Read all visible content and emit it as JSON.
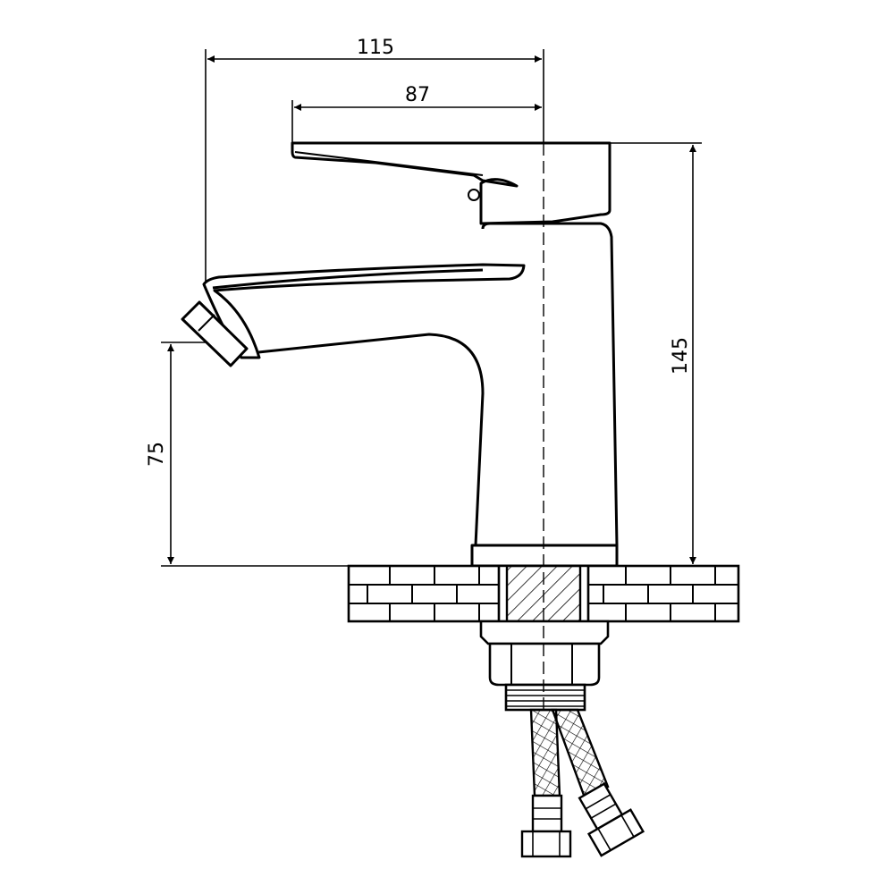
{
  "dimensions": {
    "overall_width": "115",
    "handle_width": "87",
    "overall_height": "145",
    "spout_height": "75"
  },
  "colors": {
    "line": "#000000",
    "background": "#ffffff"
  }
}
